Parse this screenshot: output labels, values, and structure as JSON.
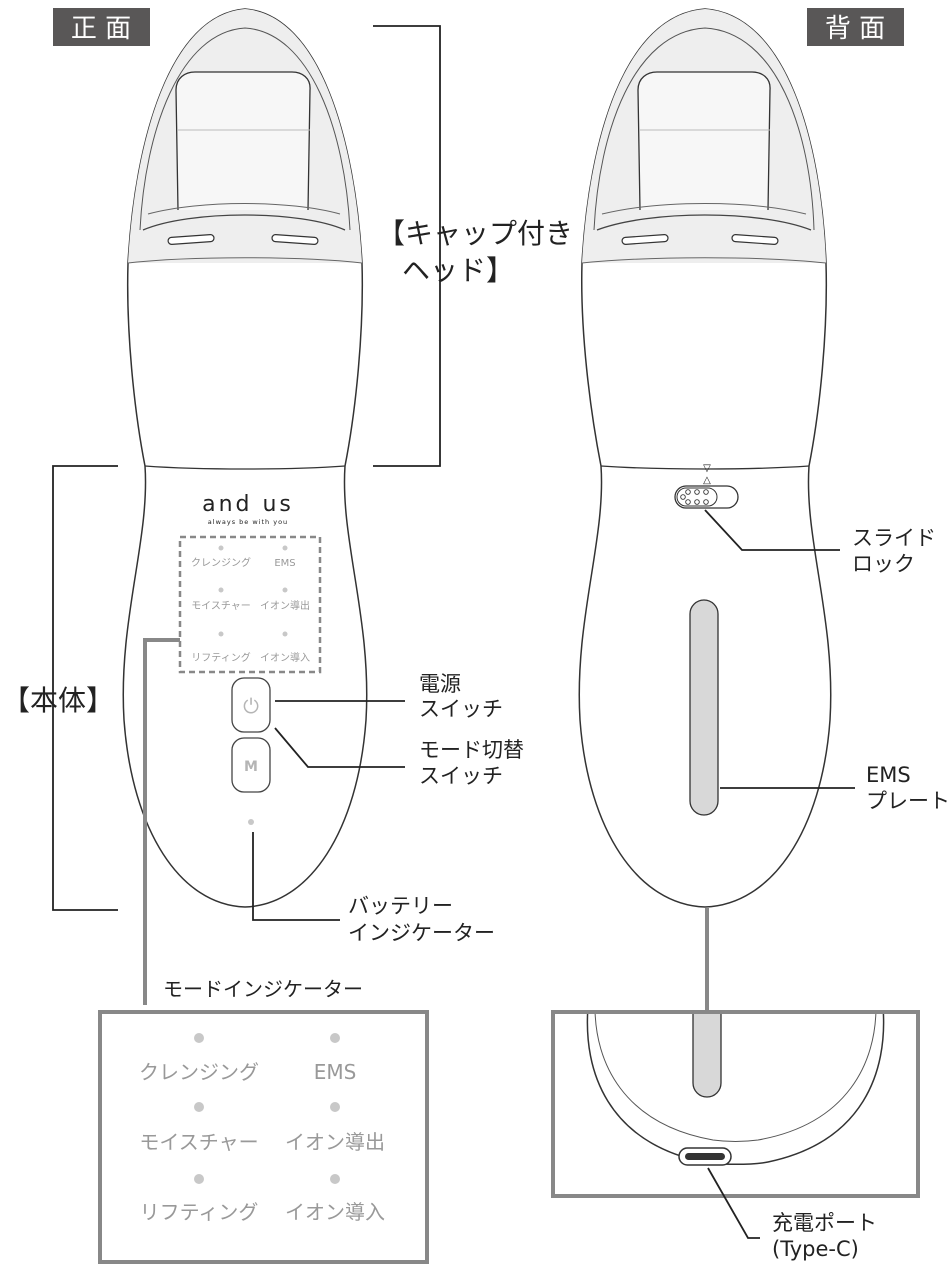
{
  "front": {
    "badge": "正 面",
    "cap_label_line1": "【キャップ付き",
    "cap_label_line2": "ヘッド】",
    "body_label": "【本体】",
    "brand": "and us",
    "tagline": "always be with you",
    "power_button_glyph": "⏻",
    "mode_button_glyph": "M",
    "power_switch_line1": "電源",
    "power_switch_line2": "スイッチ",
    "mode_switch_line1": "モード切替",
    "mode_switch_line2": "スイッチ",
    "battery_line1": "バッテリー",
    "battery_line2": "インジケーター",
    "indicator_modes": [
      "クレンジング",
      "EMS",
      "モイスチャー",
      "イオン導出",
      "リフティング",
      "イオン導入"
    ]
  },
  "mode_indicator_detail": {
    "title": "モードインジケーター",
    "modes": [
      "クレンジング",
      "EMS",
      "モイスチャー",
      "イオン導出",
      "リフティング",
      "イオン導入"
    ]
  },
  "back": {
    "badge": "背 面",
    "lock_symbol_top": "▽",
    "lock_symbol_bottom": "△",
    "slide_lock_line1": "スライド",
    "slide_lock_line2": "ロック",
    "ems_plate_line1": "EMS",
    "ems_plate_line2": "プレート",
    "charge_port_line1": "充電ポート",
    "charge_port_line2": "(Type-C)"
  },
  "colors": {
    "badge_bg": "#595757",
    "outline": "#333333",
    "indicator_border": "#888888",
    "led": "#c8c8c8"
  }
}
